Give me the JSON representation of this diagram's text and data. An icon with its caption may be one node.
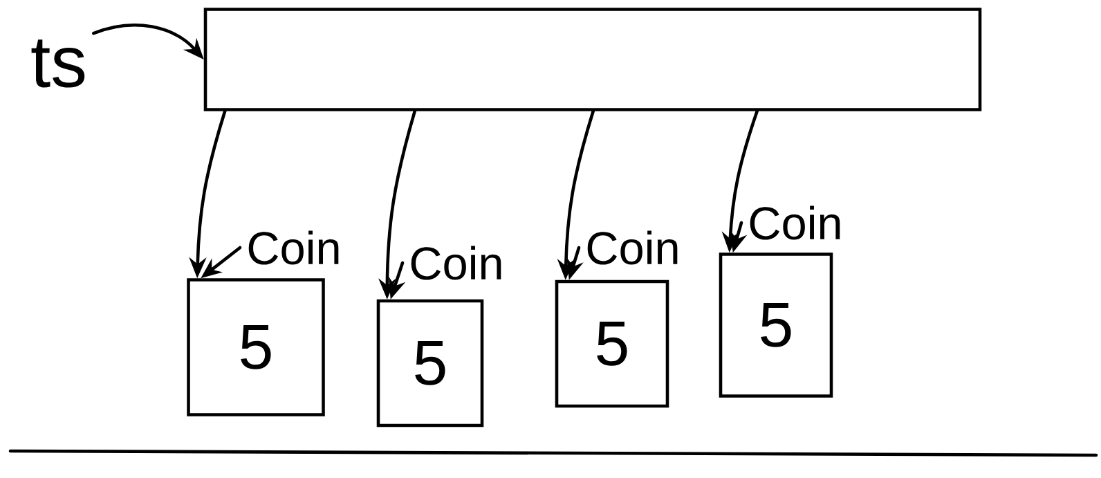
{
  "diagram": {
    "nodes": [
      {
        "text": [
          "ts"
        ]
      },
      {
        "text": [],
        "shape": "box"
      },
      {
        "text": [
          "5"
        ]
      },
      {
        "text": [
          "5"
        ]
      },
      {
        "text": [
          "5"
        ]
      },
      {
        "text": [
          "5"
        ]
      },
      {
        "text": [
          "Coin"
        ]
      },
      {
        "text": [
          "Coin"
        ]
      },
      {
        "text": [
          "Coin"
        ]
      },
      {
        "text": [
          "Coin"
        ]
      }
    ],
    "edges": [
      {
        "from": 0,
        "to": 1,
        "arrow": "to"
      },
      {
        "from": 1,
        "to": 2,
        "arrow": "to"
      },
      {
        "from": 1,
        "to": 3,
        "arrow": "to"
      },
      {
        "from": 1,
        "to": 4,
        "arrow": "to"
      },
      {
        "from": 1,
        "to": 5,
        "arrow": "to"
      },
      {
        "from": 6,
        "to": 2,
        "arrow": "to"
      },
      {
        "from": 7,
        "to": 3,
        "arrow": "to"
      },
      {
        "from": 8,
        "to": 4,
        "arrow": "to"
      },
      {
        "from": 9,
        "to": 5,
        "arrow": "to"
      }
    ]
  }
}
